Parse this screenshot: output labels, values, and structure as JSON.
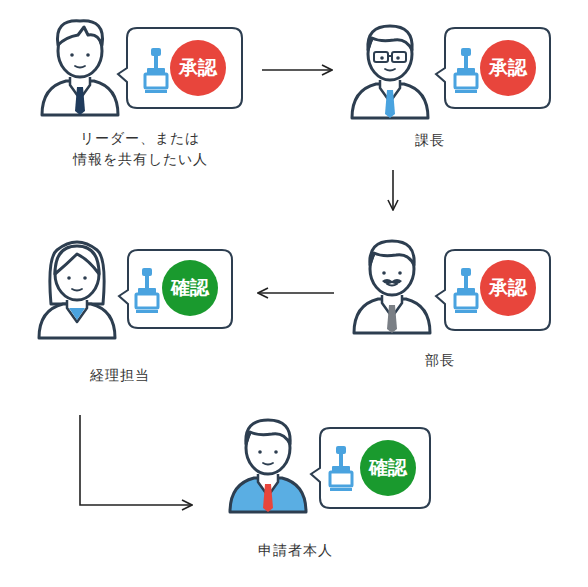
{
  "diagram": {
    "nodes": [
      {
        "text": [
          "リーダー、または 情報を共有したい人"
        ]
      },
      {
        "text": [
          "承認"
        ],
        "in": 0
      },
      {
        "text": [
          "課長"
        ]
      },
      {
        "text": [
          "承認"
        ],
        "in": 2
      },
      {
        "text": [
          "部長"
        ]
      },
      {
        "text": [
          "承認"
        ],
        "in": 4
      },
      {
        "text": [
          "経理担当"
        ]
      },
      {
        "text": [
          "確認"
        ],
        "in": 6
      },
      {
        "text": [
          "申請者本人"
        ]
      },
      {
        "text": [
          "確認"
        ],
        "in": 8
      }
    ],
    "edges": [
      {
        "from": 0,
        "to": 2,
        "arrow": "to"
      },
      {
        "from": 2,
        "to": 4,
        "arrow": "to"
      },
      {
        "from": 4,
        "to": 6,
        "arrow": "to"
      },
      {
        "from": 6,
        "to": 8,
        "arrow": "to"
      }
    ]
  }
}
